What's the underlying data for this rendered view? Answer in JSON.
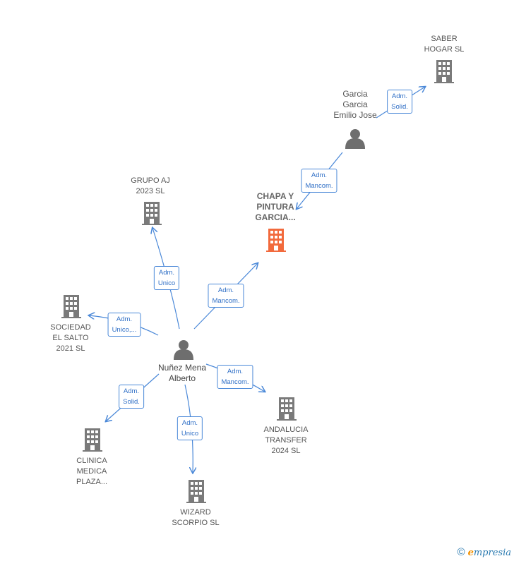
{
  "nodes": {
    "saber": "SABER\nHOGAR SL",
    "garcia": "Garcia\nGarcia\nEmilio Jose",
    "chapa": "CHAPA Y\nPINTURA\nGARCIA...",
    "grupo": "GRUPO AJ\n2023  SL",
    "sociedad": "SOCIEDAD\nEL SALTO\n2021  SL",
    "nunez": "Nuñez Mena\nAlberto",
    "andalucia": "ANDALUCIA\nTRANSFER\n2024  SL",
    "clinica": "CLINICA\nMEDICA\nPLAZA...",
    "wizard": "WIZARD\nSCORPIO  SL"
  },
  "edges": {
    "garcia_saber": "Adm.\nSolid.",
    "garcia_chapa": "Adm.\nMancom.",
    "nunez_grupo": "Adm.\nUnico",
    "nunez_chapa": "Adm.\nMancom.",
    "nunez_sociedad": "Adm.\nUnico,...",
    "nunez_andalucia": "Adm.\nMancom.",
    "nunez_clinica": "Adm.\nSolid.",
    "nunez_wizard": "Adm.\nUnico"
  },
  "colors": {
    "edge": "#4a88d8",
    "building": "#7a7a7a",
    "highlight": "#f26a3d",
    "person": "#6e6e6e"
  },
  "brand": {
    "copyright": "©",
    "e": "e",
    "rest": "mpresia"
  }
}
